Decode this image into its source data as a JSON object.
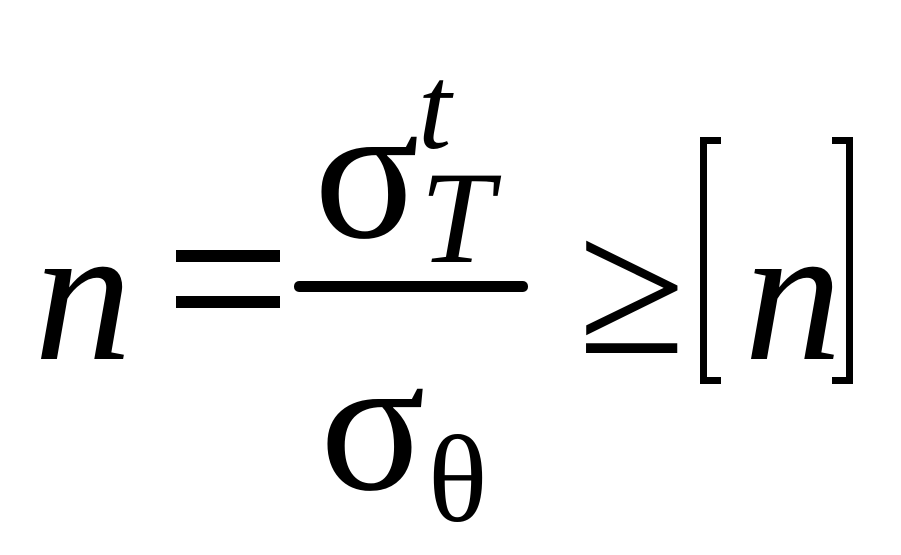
{
  "formula": {
    "lhs": "n",
    "numerator": {
      "base": "σ",
      "superscript": "t",
      "subscript": "T"
    },
    "denominator": {
      "base": "σ",
      "subscript": "θ"
    },
    "relation": "≥",
    "rhs": "n"
  }
}
